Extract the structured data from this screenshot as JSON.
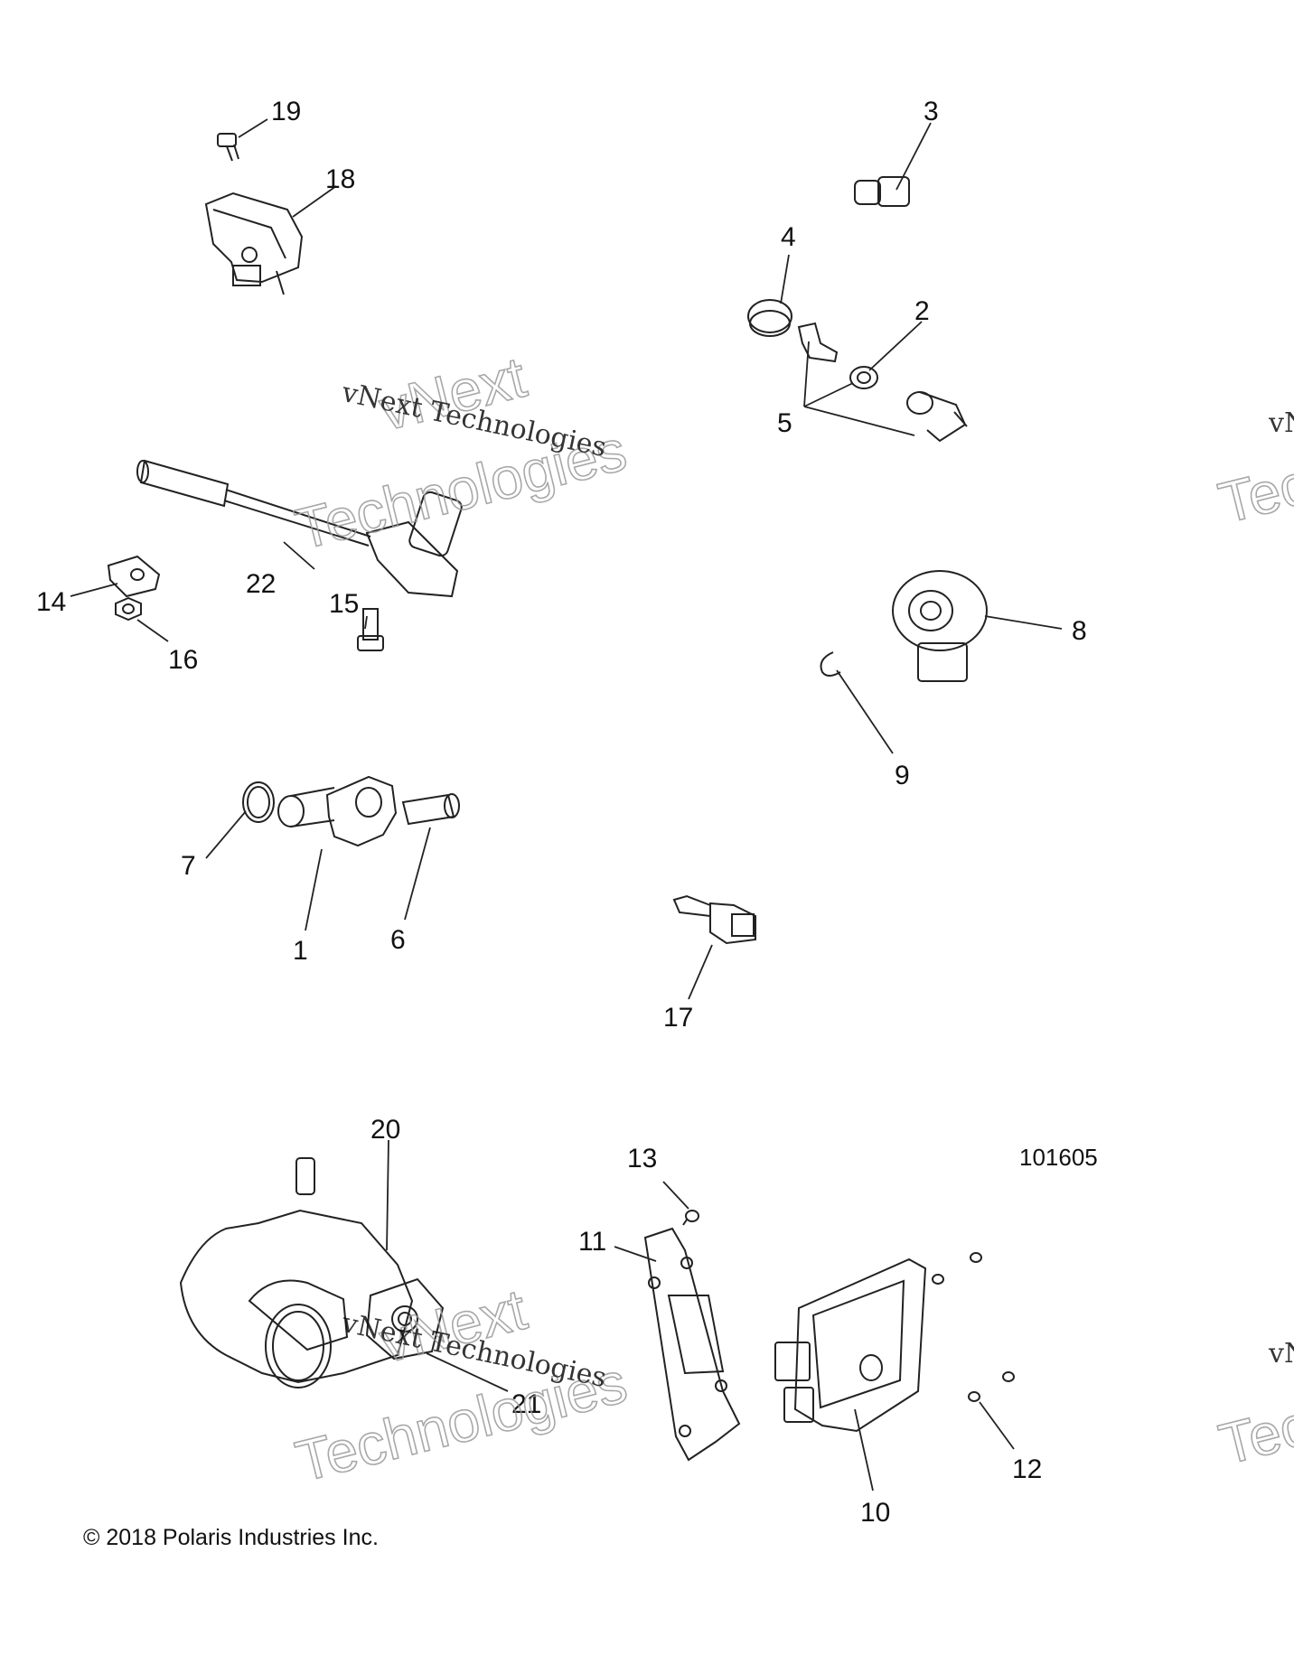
{
  "diagram": {
    "figure_number": "101605",
    "copyright": "© 2018 Polaris Industries Inc.",
    "callouts": [
      "1",
      "2",
      "3",
      "4",
      "5",
      "6",
      "7",
      "8",
      "9",
      "10",
      "11",
      "12",
      "13",
      "14",
      "15",
      "16",
      "17",
      "18",
      "19",
      "20",
      "21",
      "22"
    ]
  },
  "watermarks": [
    {
      "small": "vNext Technologies",
      "big_top": "vNext",
      "big_bottom": "Technologies"
    },
    {
      "small": "vNext Technologies",
      "big_top": "vNext",
      "big_bottom": "Technologies"
    },
    {
      "small": "vNext",
      "big_bottom": "Tec"
    },
    {
      "small": "vNext",
      "big_bottom": "Tec"
    }
  ]
}
